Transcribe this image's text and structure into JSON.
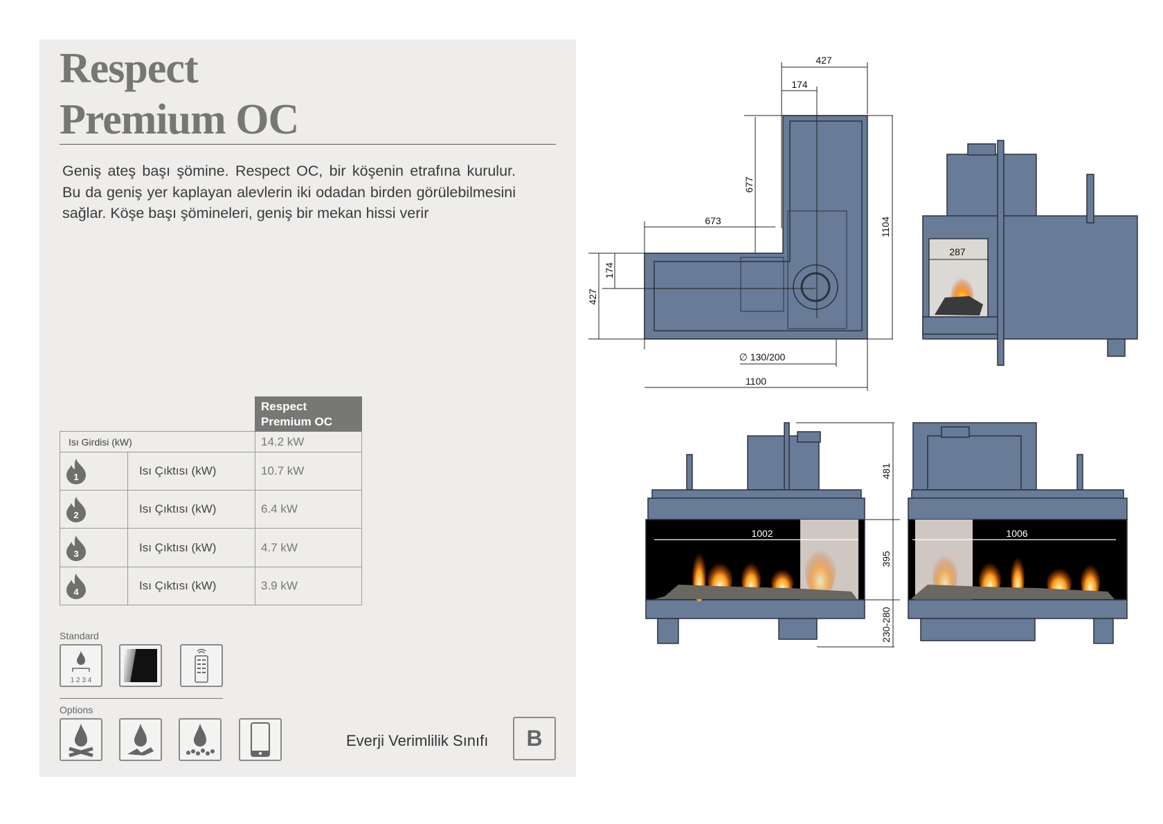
{
  "title": {
    "line1": "Respect",
    "line2": "Premium OC"
  },
  "description": "Geniş ateş başı şömine. Respect OC, bir köşenin etrafına kurulur. Bu da geniş yer kaplayan alevlerin iki odadan birden görülebilmesini sağlar. Köşe başı şömineleri, geniş bir mekan hissi verir",
  "table": {
    "header": "Respect Premium OC",
    "input_label": "Isı Girdisi (kW)",
    "input_value": "14.2 kW",
    "rows": [
      {
        "level": "1",
        "label": "Isı Çıktısı (kW)",
        "value": "10.7 kW"
      },
      {
        "level": "2",
        "label": "Isı Çıktısı (kW)",
        "value": "6.4 kW"
      },
      {
        "level": "3",
        "label": "Isı Çıktısı (kW)",
        "value": "4.7 kW"
      },
      {
        "level": "4",
        "label": "Isı Çıktısı (kW)",
        "value": "3.9 kW"
      }
    ]
  },
  "standard": {
    "label": "Standard",
    "icons": [
      "flame-burner-icon",
      "glass-panel-icon",
      "remote-control-icon"
    ],
    "burner_numbers": "1 2 3 4"
  },
  "options": {
    "label": "Options",
    "icons": [
      "log-set-icon",
      "driftwood-icon",
      "pebbles-icon",
      "smartphone-icon"
    ]
  },
  "energy": {
    "label": "Everji Verimlilik Sınıfı",
    "class": "B"
  },
  "colors": {
    "body": "#687b97",
    "title": "#767674",
    "header": "#777775"
  },
  "dimensions": {
    "top_view": {
      "w427": "427",
      "w174": "174",
      "h677": "677",
      "h1104": "1104",
      "w673": "673",
      "h174": "174",
      "h427": "427",
      "flue": "∅ 130/200",
      "w1100": "1100"
    },
    "side_view": {
      "w287": "287"
    },
    "front_views": {
      "h481": "481",
      "h395": "395",
      "h230_280": "230-280",
      "w1002": "1002",
      "w1006": "1006"
    }
  }
}
